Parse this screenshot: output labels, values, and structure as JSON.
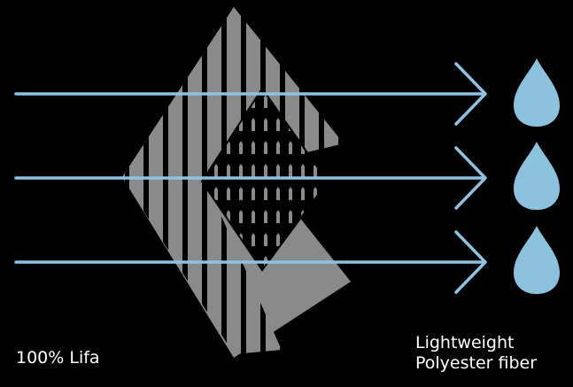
{
  "labels": {
    "left": "100% Lifa",
    "right_line1": "Lightweight",
    "right_line2": "Polyester fiber"
  },
  "arrows": {
    "count": 3,
    "color": "#8fc2e0"
  },
  "drops": {
    "count": 3,
    "color": "#8bc3df"
  },
  "fabric": {
    "fill": "#8a8a8a",
    "hole_color": "#000000"
  },
  "background": "#000000"
}
